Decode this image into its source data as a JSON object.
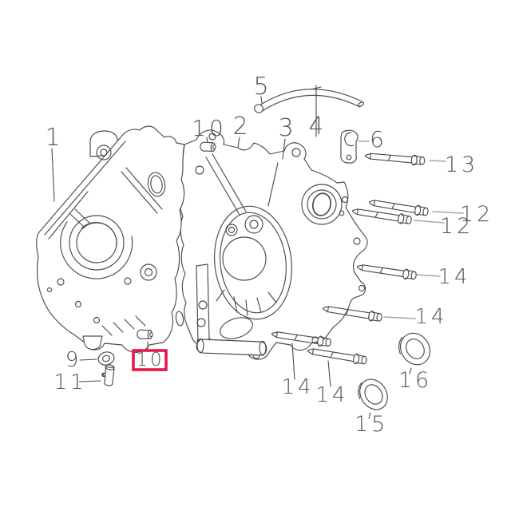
{
  "diagram": {
    "type": "exploded-parts-diagram",
    "subject": "engine-crankcase-assembly",
    "background": "#ffffff",
    "line_color": "#4a4a4a",
    "leader_light_color": "#a8a8a8",
    "label_color": "#555555",
    "highlight": {
      "label": "10",
      "border_color": "#e8174a"
    },
    "callouts": [
      {
        "id": "callout-1",
        "label": "1"
      },
      {
        "id": "callout-10-top",
        "label": "10"
      },
      {
        "id": "callout-2",
        "label": "2"
      },
      {
        "id": "callout-3",
        "label": "3"
      },
      {
        "id": "callout-5",
        "label": "5"
      },
      {
        "id": "callout-4",
        "label": "4"
      },
      {
        "id": "callout-6",
        "label": "6"
      },
      {
        "id": "callout-13",
        "label": "13"
      },
      {
        "id": "callout-12-upper",
        "label": "12"
      },
      {
        "id": "callout-12-lower",
        "label": "12"
      },
      {
        "id": "callout-14-a",
        "label": "14"
      },
      {
        "id": "callout-14-b",
        "label": "14"
      },
      {
        "id": "callout-14-c",
        "label": "14"
      },
      {
        "id": "callout-14-d",
        "label": "14"
      },
      {
        "id": "callout-16",
        "label": "16"
      },
      {
        "id": "callout-15",
        "label": "15"
      },
      {
        "id": "callout-9",
        "label": "9"
      },
      {
        "id": "callout-11",
        "label": "11"
      },
      {
        "id": "callout-10-highlighted",
        "label": "10"
      }
    ]
  }
}
